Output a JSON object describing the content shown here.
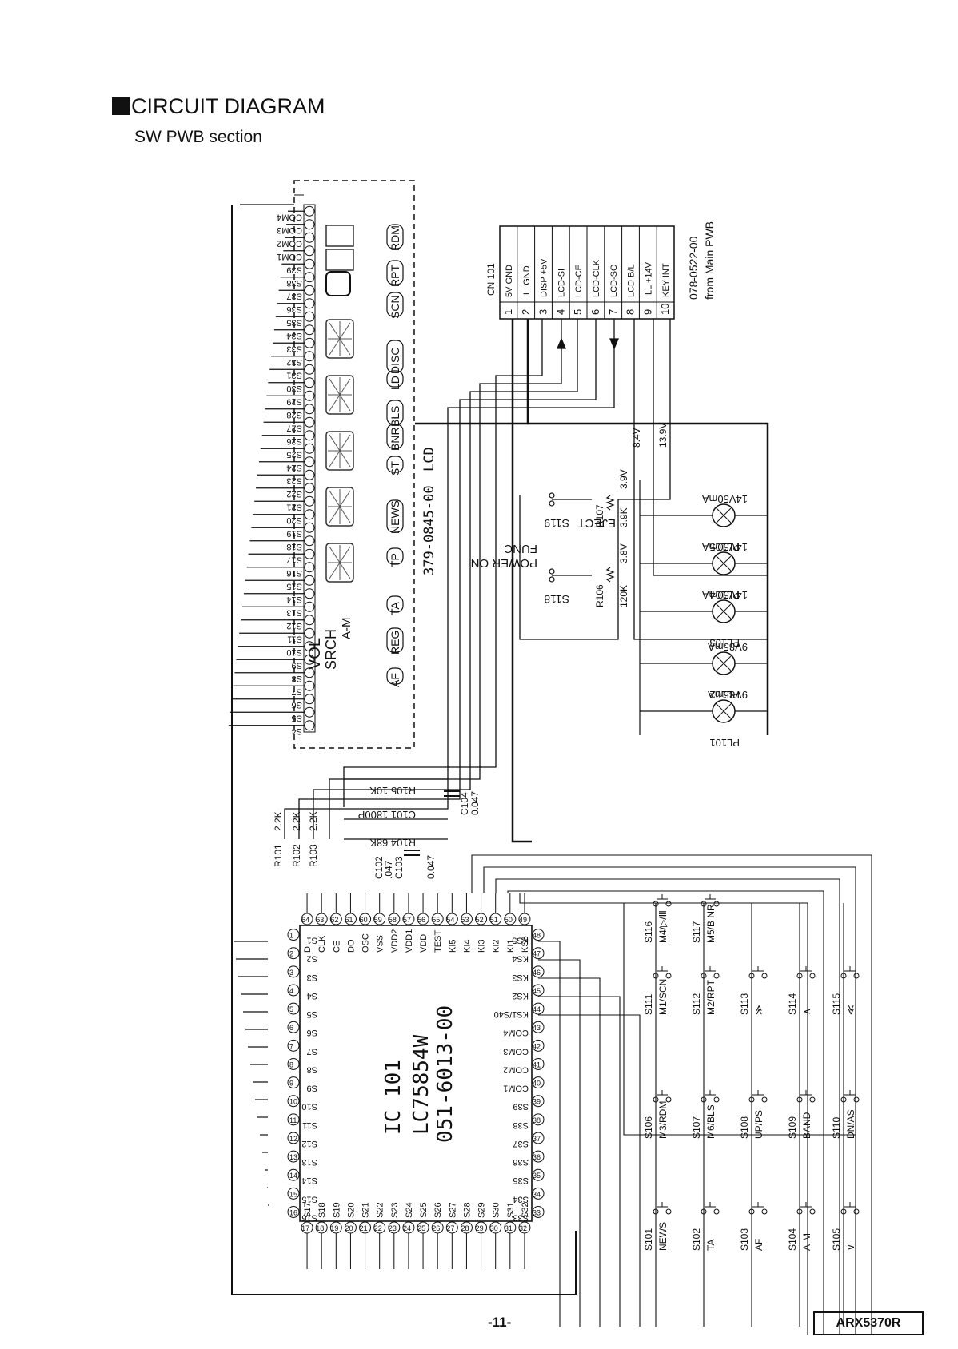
{
  "header": {
    "title": "CIRCUIT DIAGRAM",
    "subtitle": "SW PWB section"
  },
  "lcd": {
    "part_number": "379-0845-00",
    "label": "LCD",
    "segments_left": [
      "COM4",
      "COM3",
      "COM2",
      "COM1",
      "S39",
      "S38",
      "S37",
      "S36",
      "S35",
      "S34",
      "S33",
      "S32",
      "S31",
      "S30",
      "S29",
      "S28",
      "S27",
      "S26",
      "S25",
      "S24",
      "S23",
      "S22",
      "S21",
      "S20",
      "S19",
      "S18",
      "S17",
      "S16",
      "S15",
      "S14",
      "S13",
      "S12",
      "S11",
      "S10",
      "S9",
      "S8",
      "S7",
      "S6",
      "S5",
      "S4"
    ],
    "indicators": [
      "AF",
      "REG",
      "TA",
      "TP",
      "NEWS",
      "ST",
      "BNR",
      "BLS",
      "LD",
      "DISC",
      "SCN",
      "RPT",
      "RDM"
    ],
    "vol_label": "VOL",
    "srch_label": "SRCH",
    "am_label": "A-M"
  },
  "connector": {
    "name": "CN 101",
    "pins": [
      {
        "n": "1",
        "label": "5V GND"
      },
      {
        "n": "2",
        "label": "ILLGND"
      },
      {
        "n": "3",
        "label": "DISP +5V"
      },
      {
        "n": "4",
        "label": "LCD-SI"
      },
      {
        "n": "5",
        "label": "LCD-CE"
      },
      {
        "n": "6",
        "label": "LCD-CLK"
      },
      {
        "n": "7",
        "label": "LCD-SO"
      },
      {
        "n": "8",
        "label": "LCD B/L"
      },
      {
        "n": "9",
        "label": "ILL +14V"
      },
      {
        "n": "10",
        "label": "KEY INT"
      }
    ],
    "source_code": "078-0522-00",
    "source_label": "from Main PWB",
    "voltage_84": "8.4V",
    "voltage_139": "13.9V"
  },
  "switches_upper": [
    {
      "id": "S119",
      "label": "EJECT"
    },
    {
      "id": "S118",
      "label": "POWER ON",
      "label2": "FUNC"
    }
  ],
  "resistors_upper": [
    {
      "id": "R107",
      "value": "3.9K",
      "voltage": "3.9V"
    },
    {
      "id": "R106",
      "value": "120K",
      "voltage": "3.8V"
    }
  ],
  "lamps": [
    {
      "id": "PL101",
      "rating": "9V85mA"
    },
    {
      "id": "PL102",
      "rating": "9V85mA"
    },
    {
      "id": "PL103",
      "rating": "14V50mA"
    },
    {
      "id": "PL104",
      "rating": "14V50mA"
    },
    {
      "id": "PL105",
      "rating": "14V50mA"
    }
  ],
  "passives": {
    "r105": "R105 10K",
    "c101": "C101 1800P",
    "r104": "R104 68K",
    "c104": "C104",
    "c104_val": "0.047",
    "c102": "C102",
    "c102_val": ".047",
    "c103": "C103",
    "c103_val": "0.047",
    "r101": "R101",
    "r102": "R102",
    "r103": "R103",
    "r_val": "2.2K"
  },
  "ic": {
    "ref": "IC 101",
    "part": "LC75854W",
    "code": "051-6013-00",
    "pins_top": [
      "DI",
      "CLK",
      "CE",
      "DO",
      "OSC",
      "VSS",
      "VDD2",
      "VDD1",
      "VDD",
      "TEST",
      "KI5",
      "KI4",
      "KI3",
      "KI2",
      "KI1",
      "KS6"
    ],
    "pins_top_num": [
      "64",
      "63",
      "62",
      "61",
      "60",
      "59",
      "58",
      "57",
      "56",
      "55",
      "54",
      "53",
      "52",
      "51",
      "50",
      "49"
    ],
    "pins_left": [
      "S1",
      "S2",
      "S3",
      "S4",
      "S5",
      "S6",
      "S7",
      "S8",
      "S9",
      "S10",
      "S11",
      "S12",
      "S13",
      "S14",
      "S15",
      "S16"
    ],
    "pins_bottom": [
      "S17",
      "S18",
      "S19",
      "S20",
      "S21",
      "S22",
      "S23",
      "S24",
      "S25",
      "S26",
      "S27",
      "S28",
      "S29",
      "S30",
      "S31",
      "S32"
    ],
    "pins_right": [
      "KS5",
      "KS4",
      "KS3",
      "KS2",
      "KS1/S40",
      "COM4",
      "COM3",
      "COM2",
      "COM1",
      "S39",
      "S38",
      "S37",
      "S36",
      "S35",
      "S34",
      "S33"
    ],
    "pins_right_num": [
      "48",
      "47",
      "46",
      "45",
      "44",
      "43",
      "42",
      "41",
      "40",
      "39",
      "38",
      "37",
      "36",
      "35",
      "34",
      "33"
    ]
  },
  "switches_lower": [
    {
      "id": "S116",
      "fn": "M4/▷/Ⅲ"
    },
    {
      "id": "S117",
      "fn": "M5/B NR"
    },
    {
      "id": "S111",
      "fn": "M1/SCN"
    },
    {
      "id": "S112",
      "fn": "M2/RPT"
    },
    {
      "id": "S113",
      "fn": "≫"
    },
    {
      "id": "S114",
      "fn": "∧"
    },
    {
      "id": "S115",
      "fn": "≪"
    },
    {
      "id": "S106",
      "fn": "M3/RDM"
    },
    {
      "id": "S107",
      "fn": "M6/BLS"
    },
    {
      "id": "S108",
      "fn": "UP/PS"
    },
    {
      "id": "S109",
      "fn": "BAND"
    },
    {
      "id": "S110",
      "fn": "DN/AS"
    },
    {
      "id": "S101",
      "fn": "NEWS"
    },
    {
      "id": "S102",
      "fn": "TA"
    },
    {
      "id": "S103",
      "fn": "AF"
    },
    {
      "id": "S104",
      "fn": "A-M"
    },
    {
      "id": "S105",
      "fn": "∨"
    }
  ],
  "footer": {
    "page": "-11-",
    "model": "ARX5370R"
  }
}
